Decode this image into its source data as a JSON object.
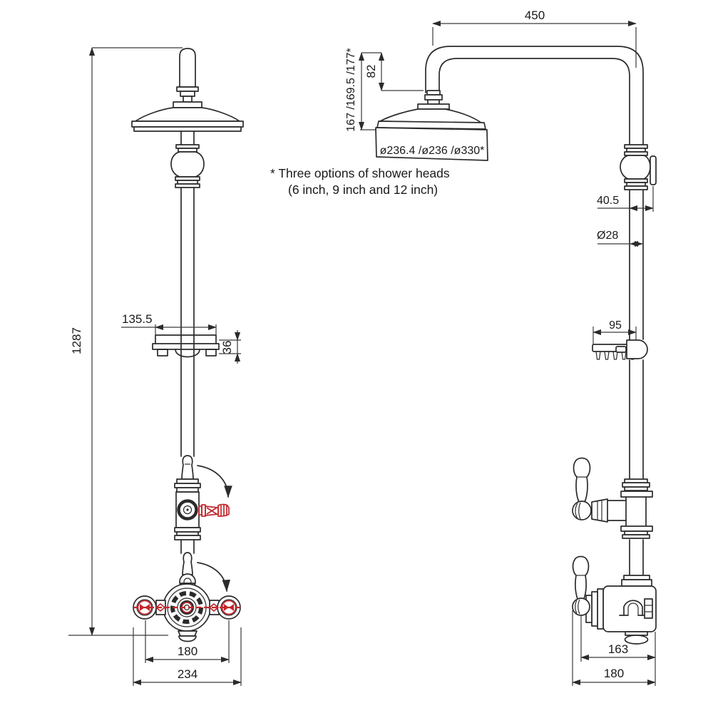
{
  "note": {
    "line1": "* Three options of shower heads",
    "line2": "(6 inch, 9 inch and 12 inch)"
  },
  "front_view": {
    "overall_height": "1287",
    "shelf_width": "135.5",
    "shelf_depth": "36",
    "inlet_centers": "180",
    "overall_width": "234"
  },
  "side_view": {
    "arm_reach": "450",
    "arm_drop": "82",
    "head_heights": "167 /169.5 /177*",
    "head_diameters": "ø236.4 /ø236 /ø330*",
    "wall_offset": "40.5",
    "pipe_diameter": "Ø28",
    "cradle_width": "95",
    "valve_depth": "163",
    "valve_height": "180"
  },
  "colors": {
    "line": "#2b2b2b",
    "accent_red": "#c1272d",
    "background": "#ffffff"
  }
}
